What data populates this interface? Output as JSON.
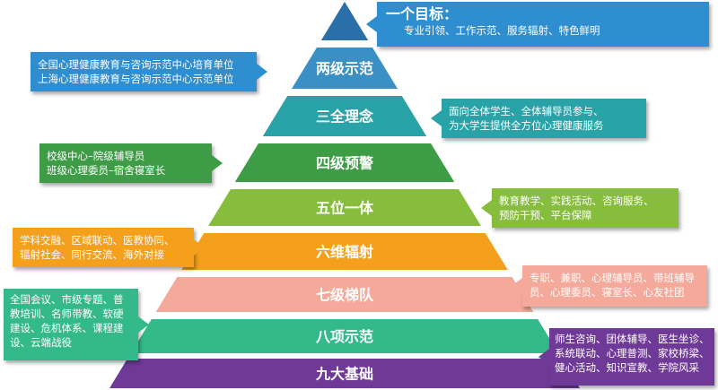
{
  "levels": [
    {
      "label": "",
      "color": "#2b6fa8"
    },
    {
      "label": "两级示范",
      "color": "#3a8fc4"
    },
    {
      "label": "三全理念",
      "color": "#2aa3a8"
    },
    {
      "label": "四级预警",
      "color": "#3d9c45"
    },
    {
      "label": "五位一体",
      "color": "#86bd3c"
    },
    {
      "label": "六维辐射",
      "color": "#f4a01c"
    },
    {
      "label": "七级梯队",
      "color": "#f4a99a"
    },
    {
      "label": "八项示范",
      "color": "#34b98a"
    },
    {
      "label": "九大基础",
      "color": "#6f3a97"
    }
  ],
  "callouts": {
    "goal": {
      "title": "一个目标：",
      "lines": [
        "专业引领、工作示范、服务辐射、特色鲜明"
      ],
      "color": "#2f8ed0"
    },
    "two_level": {
      "lines": [
        "全国心理健康教育与咨询示范中心培育单位",
        "上海心理健康教育与咨询示范中心示范单位"
      ],
      "color": "#2f8ed0"
    },
    "three_all": {
      "lines": [
        "面向全体学生、全体辅导员参与、",
        "为大学生提供全方位心理健康服务"
      ],
      "color": "#2aa3a8"
    },
    "four_level": {
      "lines": [
        "校级中心–院级辅导员",
        "班级心理委员–宿舍寝室长"
      ],
      "color": "#3d9c45"
    },
    "five_in_one": {
      "lines": [
        "教育教学、实践活动、咨询服务、",
        "预防干预、平台保障"
      ],
      "color": "#86bd3c"
    },
    "six_dim": {
      "lines": [
        "学科交融、区域联动、医教协同、",
        "辐射社会、同行交流、海外对接"
      ],
      "color": "#f4a01c"
    },
    "seven_tier": {
      "lines": [
        "专职、兼职、心理辅导员、带班辅导",
        "员、心理委员、寝室长、心友社团"
      ],
      "color": "#f4a99a"
    },
    "eight_demo": {
      "lines": [
        "全国会议、市级专题、普",
        "教培训、名师带教、软硬",
        "建设、危机体系、课程建",
        "设、云端战役"
      ],
      "color": "#34b98a"
    },
    "nine_basis": {
      "lines": [
        "师生咨询、团体辅导、医生坐诊、",
        "系统联动、心理普测、家校桥梁、",
        "健心活动、知识宣教、学院风采"
      ],
      "color": "#6f3a97"
    }
  }
}
